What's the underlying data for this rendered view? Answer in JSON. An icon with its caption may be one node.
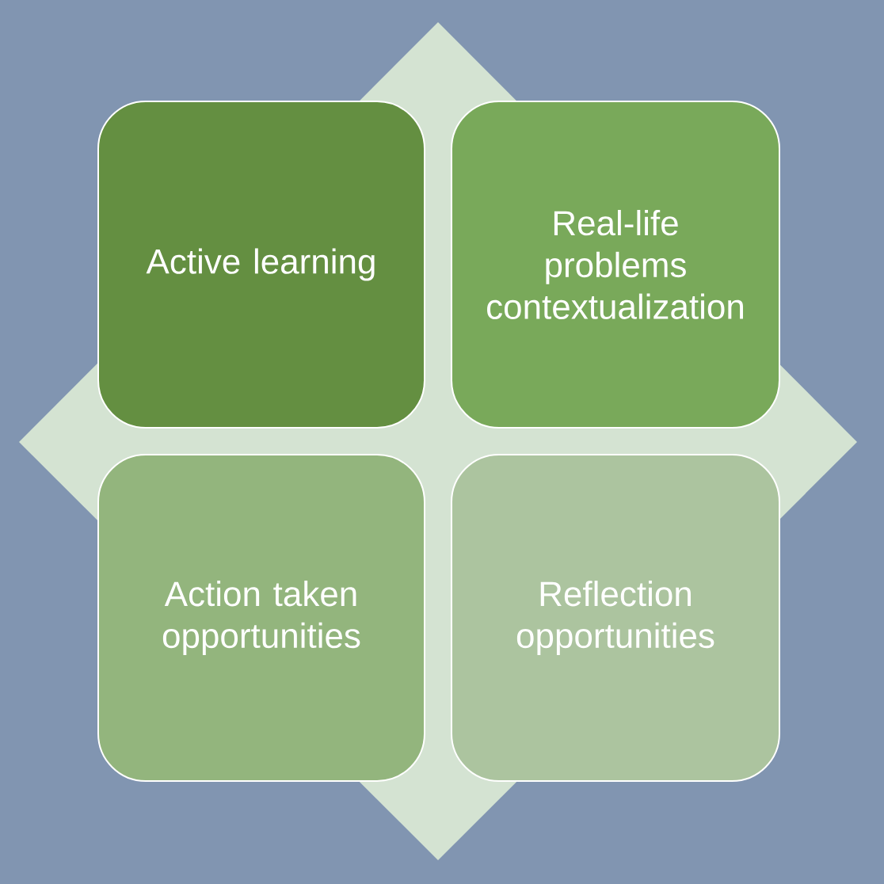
{
  "diagram": {
    "nodes": [
      {
        "text": [
          "Active learning"
        ]
      },
      {
        "text": [
          "Real-life problems contextualization"
        ]
      },
      {
        "text": [
          "Action taken opportunities"
        ]
      },
      {
        "text": [
          "Reflection opportunities"
        ]
      }
    ]
  }
}
